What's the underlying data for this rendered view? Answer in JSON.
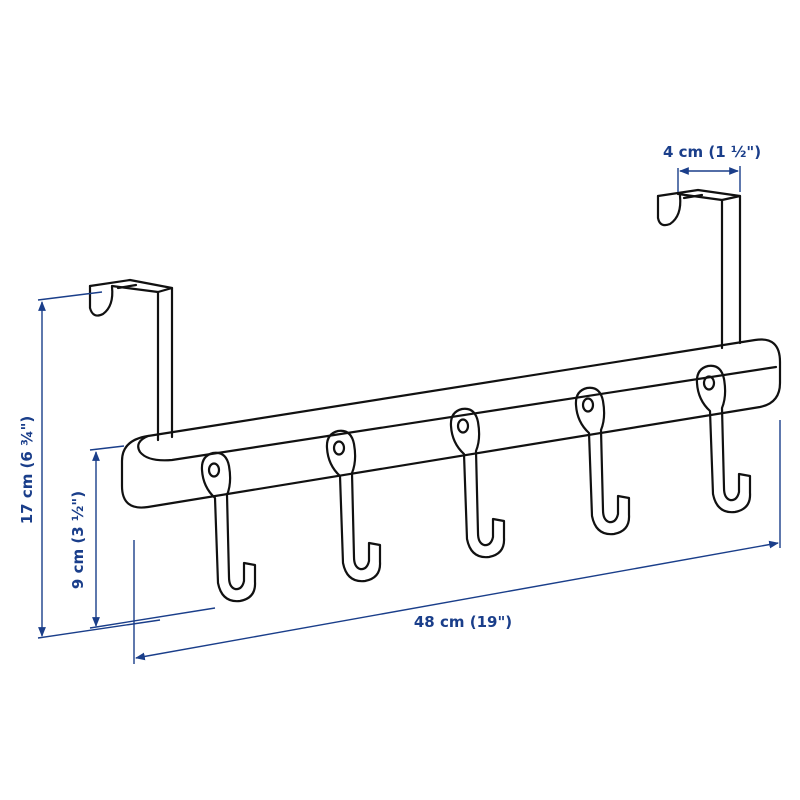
{
  "dimensions": {
    "top_width": "4 cm (1 ½\")",
    "overall_height": "17 cm (6 ¾\")",
    "hook_height": "9 cm (3 ½\")",
    "length": "48 cm (19\")"
  },
  "colors": {
    "dimension": "#1a3e8a",
    "outline": "#111111"
  },
  "hook_count": 5
}
